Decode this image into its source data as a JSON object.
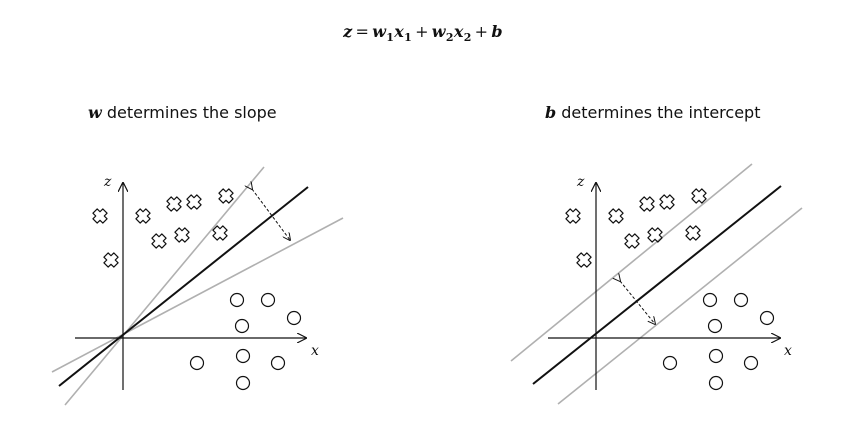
{
  "equation": {
    "z": "z",
    "eq": "=",
    "w1": "w",
    "w1_sub": "1",
    "x1": "x",
    "x1_sub": "1",
    "plus1": "+",
    "w2": "w",
    "w2_sub": "2",
    "x2": "x",
    "x2_sub": "2",
    "plus2": "+",
    "b": "b"
  },
  "left_panel": {
    "title_var": "w",
    "title_text": " determines the slope",
    "x_axis_label": "x",
    "y_axis_label": "z"
  },
  "right_panel": {
    "title_var": "b",
    "title_text": " determines the intercept",
    "x_axis_label": "x",
    "y_axis_label": "z"
  },
  "colors": {
    "main_line": "#111111",
    "alt_line": "#b0b0b0",
    "axis": "#111111",
    "marker": "#111111"
  },
  "icons": {
    "cross_marker": "cross-marker-icon",
    "circle_marker": "circle-marker-icon",
    "double_arrow": "double-arrow-icon"
  }
}
